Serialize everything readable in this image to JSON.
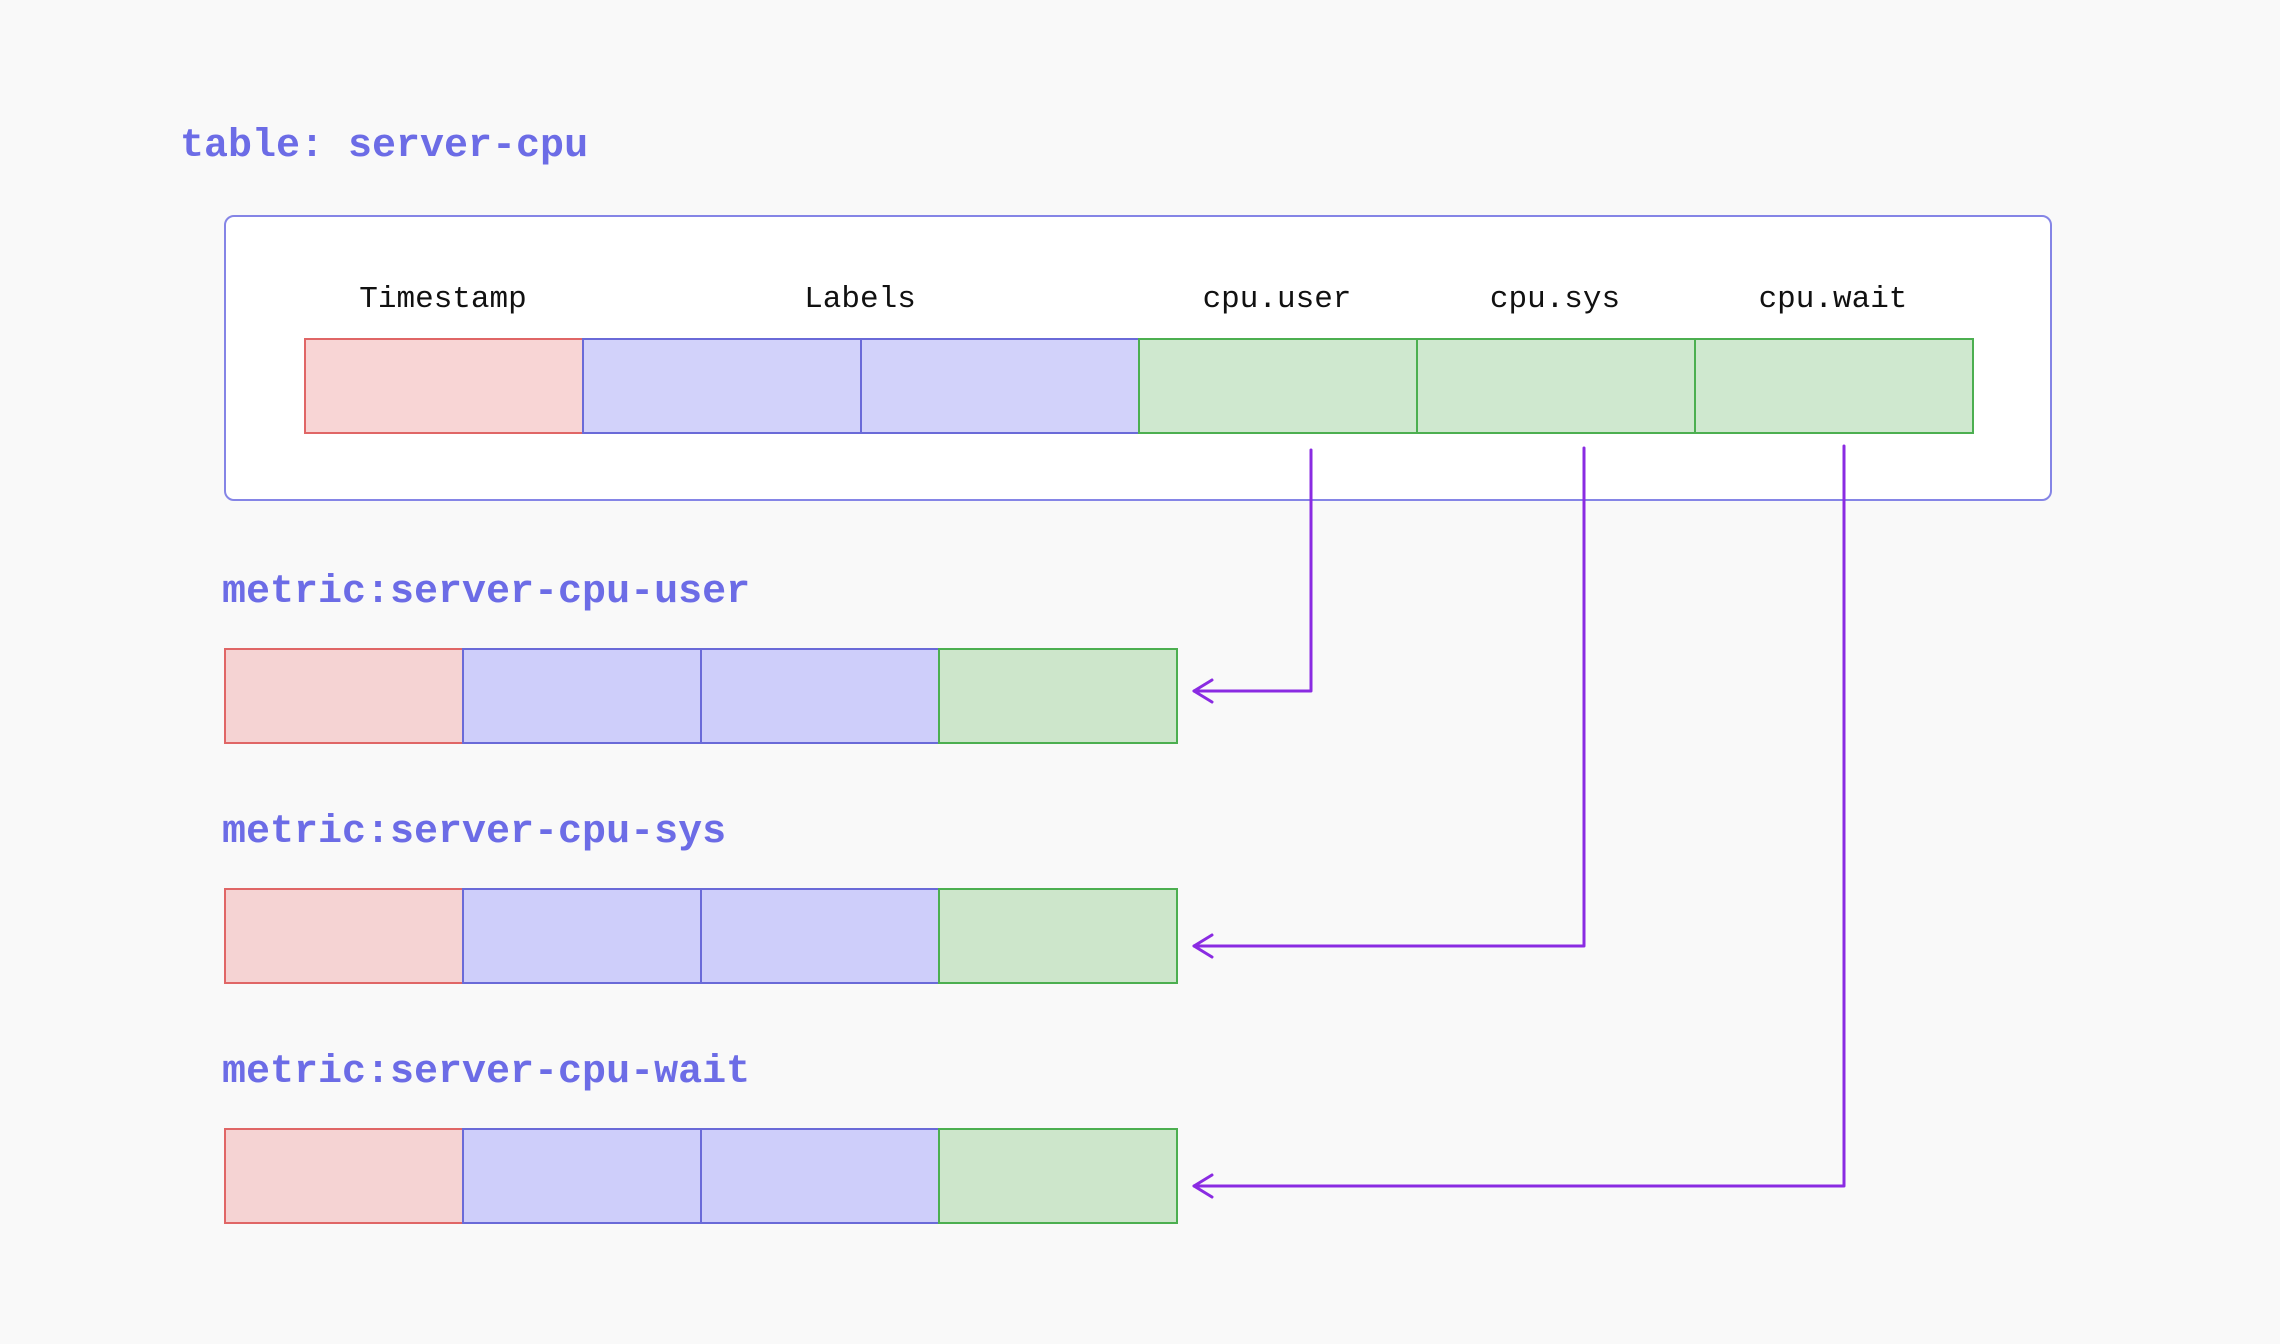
{
  "diagram": {
    "table_title": "table: server-cpu",
    "table_columns": {
      "timestamp": "Timestamp",
      "labels": "Labels",
      "cpu_user": "cpu.user",
      "cpu_sys": "cpu.sys",
      "cpu_wait": "cpu.wait"
    },
    "metrics": [
      {
        "title": "metric:server-cpu-user"
      },
      {
        "title": "metric:server-cpu-sys"
      },
      {
        "title": "metric:server-cpu-wait"
      }
    ],
    "colors": {
      "title": "#6c6ce6",
      "timestamp_fill": "#f8d5d5",
      "timestamp_border": "#e06666",
      "label_fill": "#d2d2fa",
      "label_border": "#6a6ad8",
      "value_fill": "#cfe8cf",
      "value_border": "#4caf50",
      "arrow": "#8a2be2",
      "table_border": "#8585e6"
    }
  }
}
